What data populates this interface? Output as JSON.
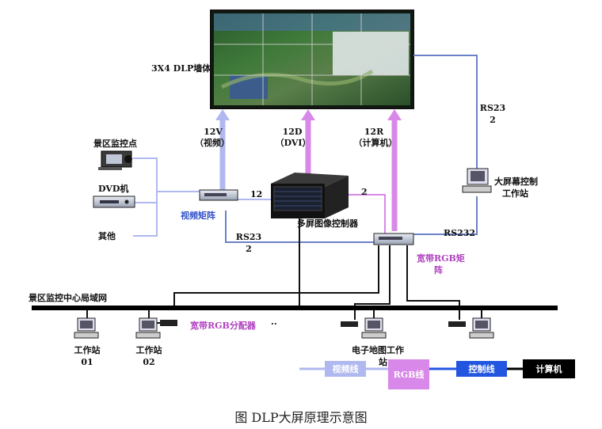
{
  "wall": {
    "label": "3X4 DLP墙体"
  },
  "channels": {
    "video": {
      "count": "12V",
      "type": "（视频）"
    },
    "dvi": {
      "count": "12D",
      "type": "（DVI）"
    },
    "rgb": {
      "count": "12R",
      "type": "（计算机）"
    }
  },
  "sources": {
    "camera": "景区监控点",
    "dvd": "DVD机",
    "other": "其他"
  },
  "video_matrix": {
    "label": "视频矩阵",
    "out_count": "12"
  },
  "controller": {
    "label": "多屏图像控制器",
    "in_count": "2"
  },
  "rs232_left": {
    "line1": "RS23",
    "line2": "2"
  },
  "rs232_top": {
    "line1": "RS23",
    "line2": "2"
  },
  "rs232_right": "RS232",
  "control_ws": {
    "line1": "大屏幕控制",
    "line2": "工作站"
  },
  "rgb_matrix": {
    "line1": "宽带RGB矩",
    "line2": "阵"
  },
  "lan": {
    "label": "景区监控中心局域网"
  },
  "workstations": [
    {
      "line1": "工作站",
      "line2": "01"
    },
    {
      "line1": "工作站",
      "line2": "02"
    }
  ],
  "rgb_distributor": "宽带RGB分配器",
  "ellipsis": "··",
  "map_ws": {
    "line1": "电子地图工作",
    "line2": "站"
  },
  "legend": [
    {
      "label": "视频线",
      "color": "#b0b8f0",
      "text_color": "#ffffff"
    },
    {
      "label": "RGB线",
      "color": "#d888e8",
      "text_color": "#ffffff"
    },
    {
      "label": "控制线",
      "color": "#2255e0",
      "text_color": "#ffffff"
    },
    {
      "label": "计算机",
      "color": "#000000",
      "text_color": "#ffffff"
    }
  ],
  "caption": "图 DLP大屏原理示意图"
}
